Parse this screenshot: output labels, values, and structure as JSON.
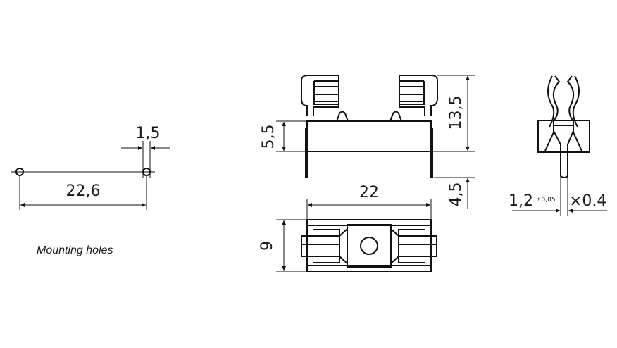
{
  "mounting": {
    "hole_spacing": "22,6",
    "hole_diameter": "1,5",
    "caption": "Mounting holes"
  },
  "front_view": {
    "body_height": "5,5",
    "total_height": "13,5",
    "pin_length": "4,5"
  },
  "top_view": {
    "length": "22",
    "width": "9"
  },
  "side_view": {
    "pin_width": "1,2",
    "pin_tolerance": "±0,05",
    "pin_thickness": "×0.4"
  }
}
